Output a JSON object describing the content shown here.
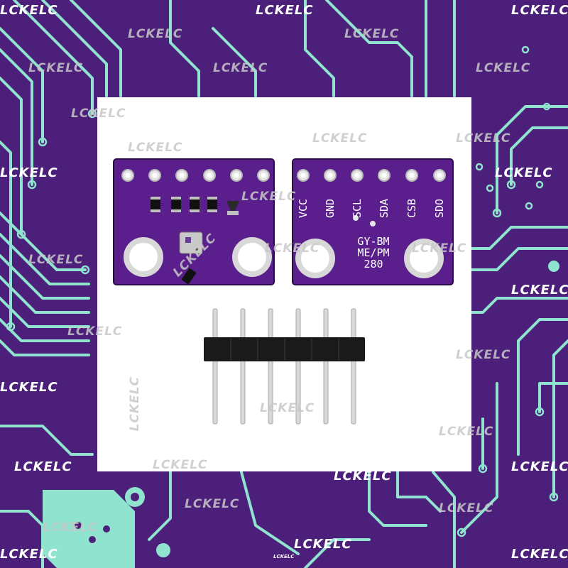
{
  "colors": {
    "background": "#4b1f7a",
    "traces": "#8fe3cf",
    "panel": "#ffffff",
    "pcb": "#5a1f8c",
    "header": "#1a1a1a",
    "pins": "#d9d9d9"
  },
  "board_back": {
    "pin_labels": [
      "VCC",
      "GND",
      "SCL",
      "SDA",
      "CSB",
      "SDO"
    ],
    "silkscreen_lines": [
      "GY-BM",
      "ME/PM",
      "280"
    ]
  },
  "header_pin_count": 6,
  "watermark": {
    "text": "LCKELC"
  }
}
